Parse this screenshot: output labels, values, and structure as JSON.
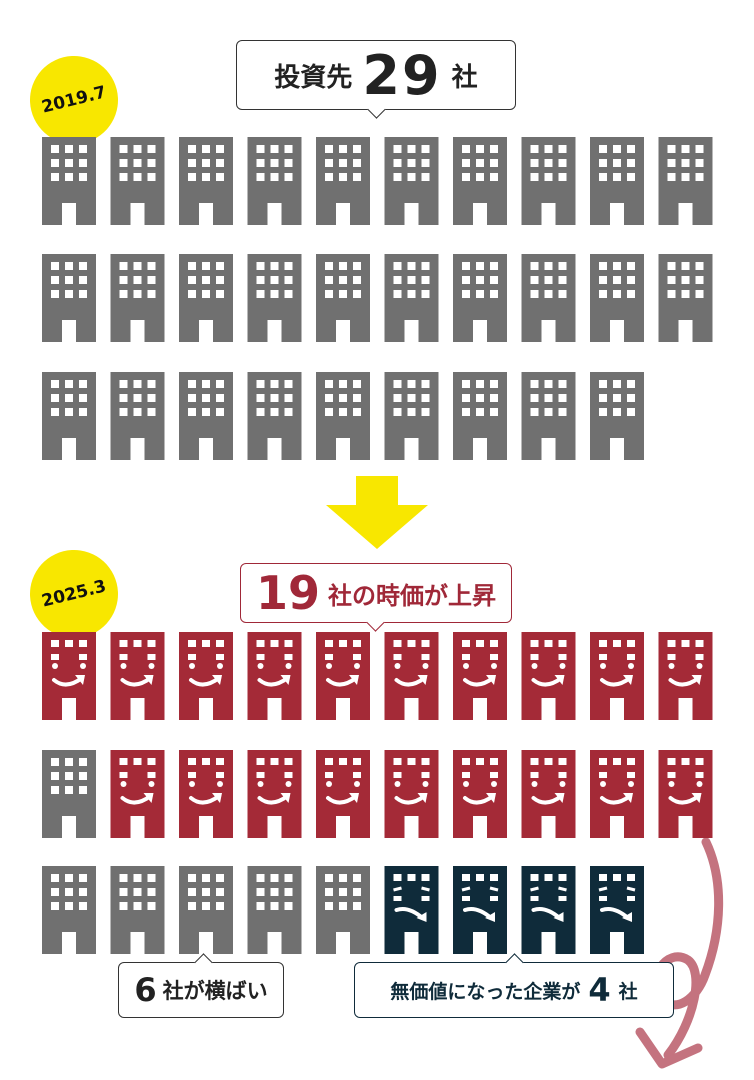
{
  "before": {
    "date": "2019.7",
    "label_prefix": "投資先",
    "count": "29",
    "label_suffix": "社"
  },
  "after": {
    "date": "2025.3",
    "rise_count": "19",
    "rise_label": "社の時価が上昇",
    "flat_count": "6",
    "flat_label": "社が横ばい",
    "worthless_label": "無価値になった企業が",
    "worthless_count": "4",
    "worthless_unit": "社"
  },
  "colors": {
    "neutral": "#707070",
    "up": "#a42a37",
    "down": "#0f2b3a",
    "badge": "#f8e700",
    "arrow": "#f8e700",
    "fall_arrow": "#c4737f"
  },
  "legend": {
    "neutral": "building-icon",
    "up": "smiling-building-icon",
    "down": "sad-building-icon"
  },
  "chart_data": {
    "type": "pictograph",
    "panels": [
      {
        "period": "2019.7",
        "counts": {
          "total": 29
        }
      },
      {
        "period": "2025.3",
        "counts": {
          "up": 19,
          "flat": 6,
          "worthless": 4
        }
      }
    ]
  }
}
